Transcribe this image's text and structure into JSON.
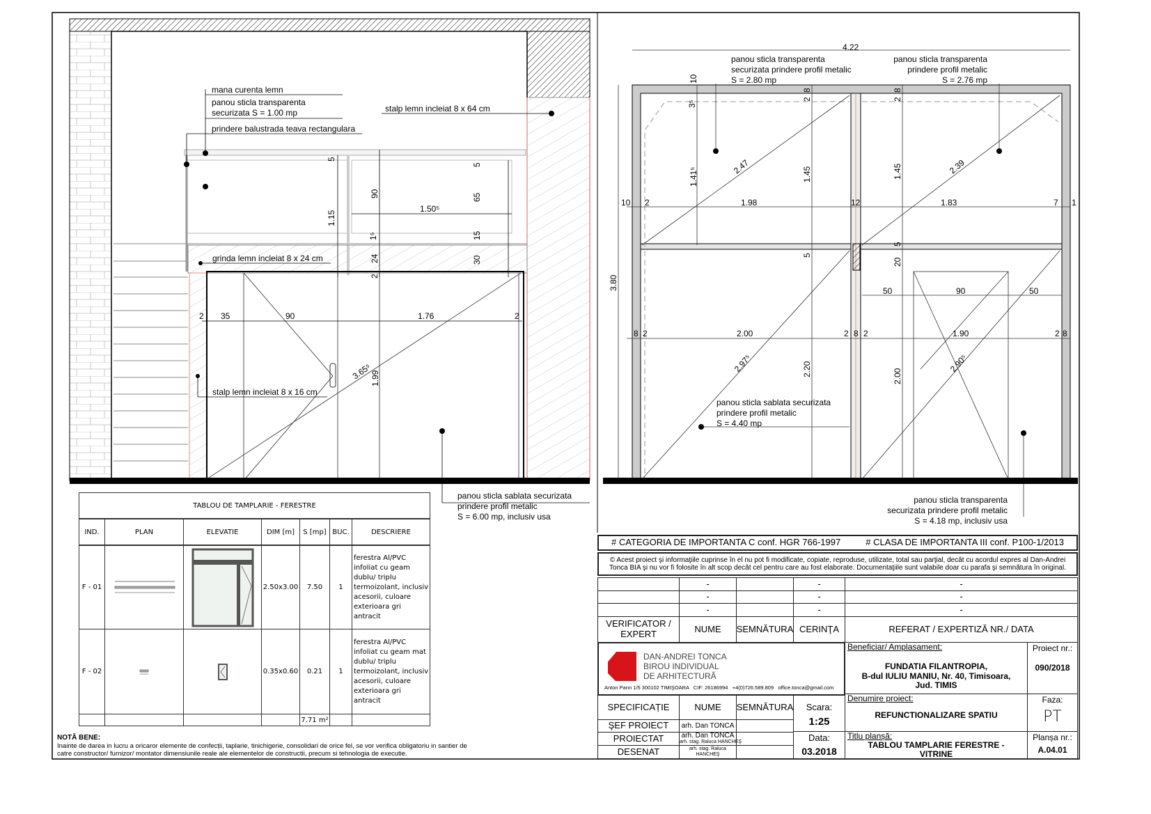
{
  "left_elevation": {
    "labels": {
      "mana_curenta": "mana curenta lemn",
      "panou_1_l1": "panou sticla transparenta",
      "panou_1_l2": "securizata S = 1.00 mp",
      "prindere": "prindere balustrada teava rectangulara",
      "stalp_64": "stalp lemn incleiat 8 x 64 cm",
      "grinda": "grinda lemn incleiat 8 x 24 cm",
      "stalp_16": "stalp lemn incleiat 8 x 16 cm",
      "panou_sablat_l1": "panou sticla sablata securizata",
      "panou_sablat_l2": "prindere profil metalic",
      "panou_sablat_l3": "S = 6.00 mp, inclusiv usa"
    },
    "dims": {
      "d5a": "5",
      "d115": "1.15",
      "d90": "90",
      "d5b": "5",
      "d65": "65",
      "d1505": "1.50⁵",
      "d15a": "1⁵",
      "d15b": "15",
      "d24": "24",
      "d30": "30",
      "d2a": "2",
      "d2b": "2",
      "d35": "35",
      "d90b": "90",
      "d176": "1.76",
      "d2c": "2",
      "d3655": "3.65⁵",
      "d199": "1.99"
    }
  },
  "right_elevation": {
    "labels": {
      "p1_l1": "panou sticla transparenta",
      "p1_l2": "securizata prindere profil metalic",
      "p1_l3": "S = 2.80 mp",
      "p2_l1": "panou sticla transparenta",
      "p2_l2": "prindere profil metalic",
      "p2_l3": "S = 2.76 mp",
      "p3_l1": "panou sticla sablata securizata",
      "p3_l2": "prindere profil metalic",
      "p3_l3": "S = 4.40 mp",
      "p4_l1": "panou sticla transparenta",
      "p4_l2": "securizata prindere profil metalic",
      "p4_l3": "S = 4.18 mp, inclusiv usa"
    },
    "dims": {
      "d422": "4.22",
      "d10a": "10",
      "d8a": "8",
      "d2a": "2",
      "d8b": "8",
      "d2b": "2",
      "d35": "3⁵",
      "d1415": "1.41⁵",
      "d247": "2.47",
      "d145a": "1.45",
      "d145b": "1.45",
      "d239": "2.39",
      "d10b": "10",
      "d2c": "2",
      "d198": "1.98",
      "d12": "12",
      "d183": "1.83",
      "d7": "7",
      "d1": "1",
      "d5a": "5",
      "d5b": "5",
      "d20": "20",
      "d380": "3.80",
      "d50a": "50",
      "d90": "90",
      "d50b": "50",
      "d8c": "8",
      "d2d": "2",
      "d200a": "2.00",
      "d2e": "2",
      "d8d": "8",
      "d2f": "2",
      "d190": "1.90",
      "d2g": "2",
      "d8e": "8",
      "d2975": "2.97⁵",
      "d220": "2.20",
      "d200b": "2.00",
      "d2905": "2.90⁵"
    }
  },
  "window_table": {
    "title": "TABLOU DE TAMPLARIE - FERESTRE",
    "headers": [
      "IND.",
      "PLAN",
      "ELEVATIE",
      "DIM [m]",
      "S [mp]",
      "BUC.",
      "DESCRIERE"
    ],
    "rows": [
      {
        "ind": "F - 01",
        "dim": "2.50x3.00",
        "s": "7.50",
        "buc": "1",
        "desc": "ferestra Al/PVC infoliat cu geam dublu/ triplu termoizolant, inclusiv acesorii, culoare exterioara gri antracit"
      },
      {
        "ind": "F - 02",
        "dim": "0.35x0.60",
        "s": "0.21",
        "buc": "1",
        "desc": "ferestra Al/PVC infoliat cu geam mat dublu/ triplu termoizolant, inclusiv acesorii, culoare exterioara gri antracit"
      }
    ],
    "total": "7.71 m²"
  },
  "note": {
    "title": "NOTĂ BENE:",
    "text": "Inainte de darea in lucru a oricaror elemente de confecții, taplarie, tinichigerie, consolidari de orice fel, se vor verifica obligatoriu in santier de catre constructor/ furnizor/ montator dimensiunile reale ale elementelor de constructii, precum si tehnologia de executie."
  },
  "title_block": {
    "categoria": "# CATEGORIA DE IMPORTANTA C conf. HGR 766-1997",
    "clasa": "# CLASA DE IMPORTANTA III conf. P100-1/2013",
    "copyright": "© Acest proiect şi informaţiile cuprinse în el nu pot fi modificate, copiate, reproduse, utilizate, total sau parţial, decât cu acordul expres al Dan-Andrei Tonca BIA şi nu vor fi folosite în alt scop decât cel pentru care au fost elaborate. Documentaţiile sunt valabile doar cu parafa şi semnătura în original.",
    "dash": "-",
    "verificator": "VERIFICATOR / EXPERT",
    "nume": "NUME",
    "semnatura": "SEMNĂTURA",
    "cerinta": "CERINŢA",
    "referat": "REFERAT / EXPERTIZĂ NR./ DATA",
    "firm_l1": "DAN-ANDREI TONCA",
    "firm_l2": "BIROU INDIVIDUAL",
    "firm_l3": "DE ARHITECTURĂ",
    "firm_contact": "Anton Pann 1/5 300102 TIMIŞOARA   CIF: 26186994   +4(0)726.589.809   office.tonca@gmail.com",
    "brand_color": "#d7141a",
    "beneficiar_label": "Beneficiar/ Amplasament:",
    "beneficiar": "FUNDATIA FILANTROPIA,\nB-dul IULIU MANIU, Nr. 40, Timisoara,\nJud. TIMIS",
    "proiect_nr_label": "Proiect nr.:",
    "proiect_nr": "090/2018",
    "specificatie": "SPECIFICAȚIE",
    "scara_label": "Scara:",
    "scara": "1:25",
    "denumire_label": "Denumire proiect:",
    "denumire": "REFUNCTIONALIZARE SPATIU",
    "faza_label": "Faza:",
    "faza": "PT",
    "sef_proiect": "ŞEF PROIECT",
    "sef_proiect_nume": "arh. Dan TONCA",
    "proiectat": "PROIECTAT",
    "proiectat_nume_1": "arh. Dan TONCA",
    "proiectat_nume_2": "arh. stag. Raluca HANCHEŞ",
    "desenat": "DESENAT",
    "desenat_nume": "arh. stag. Raluca HANCHEŞ",
    "data_label": "Data:",
    "data": "03.2018",
    "titlu_label": "Titlu planșă:",
    "titlu": "TABLOU TAMPLARIE FERESTRE - VITRINE",
    "plansa_label": "Planșa nr.:",
    "plansa": "A.04.01"
  }
}
